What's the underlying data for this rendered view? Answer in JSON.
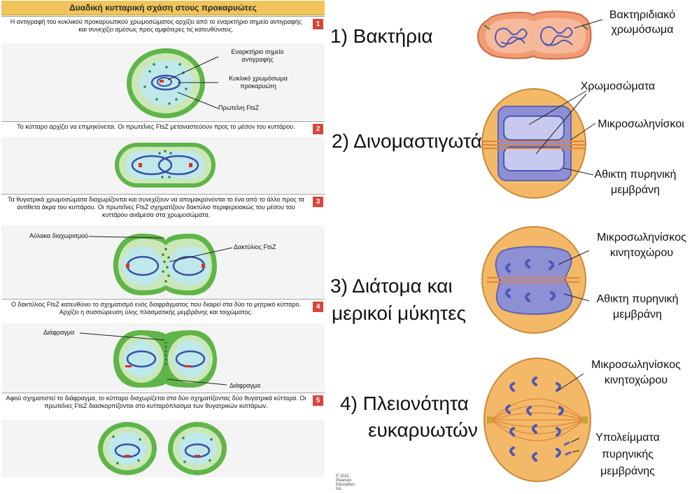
{
  "left": {
    "title": "Δυαδική κυτταρική σχάση στους προκαρυώτες",
    "steps": [
      {
        "num": "1",
        "text": "Η αντιγραφή του κυκλικού προκαρυωτικού χρωμοσώματος αρχίζει από το εναρκτήριο σημείο αντιγραφής και συνεχίζει αμέσως προς αμφότερες τις κατευθύνσεις."
      },
      {
        "num": "2",
        "text": "Το κύτταρο αρχίζει να επιμηκύνεται. Οι πρωτεΐνες FtsZ μεταναστεύουν προς το μέσον του κυττάρου."
      },
      {
        "num": "3",
        "text": "Τα θυγατρικά χρωμοσώματα διαχωρίζονται και συνεχίζουν να απομακρύνονται το ένα από το άλλο προς τα αντίθετα άκρα του κυττάρου. Οι πρωτεΐνες FtsZ σχηματίζουν δακτύλιο περιφερειακώς του μέσου του κυττάρου ανάμεσα στα χρωμοσώματα."
      },
      {
        "num": "4",
        "text": "Ο δακτύλιος FtsZ κατευθύνει το σχηματισμό ενός διαφράγματος που διαιρεί στα δύο το μητρικό κύτταρο. Αρχίζει η συσσώρευση ύλης πλασματικής μεμβράνης και τοιχώματος."
      },
      {
        "num": "5",
        "text": "Αφού σχηματιστεί το διάφραγμα, το κύτταρο διαχωρίζεται στα δύο σχηματίζοντας δύο θυγατρικά κύτταρα. Οι πρωτεΐνες FtsZ διασκορπίζονται στο κυτταρόπλασμα των θυγατρικών κυττάρων."
      }
    ],
    "labels": {
      "origin": "Εναρκτήριο σημείο αντιγραφής",
      "chromosome": "Κυκλικό χρωμόσωμα προκαρυώτη",
      "ftsz_protein": "Πρωτεΐνη FtsZ",
      "furrow": "Αύλακα διαχωρισμού",
      "ftsz_ring": "Δακτύλιος FtsZ",
      "septum_a": "Διάφραγμα",
      "septum_b": "Διάφραγμα"
    },
    "copyright": "© 2011 Pearson Education, Inc."
  },
  "right": {
    "groups": [
      "1) Βακτήρια",
      "2) Δινομαστιγωτά",
      "3) Διάτομα και",
      "μερικοί μύκητες",
      "4) Πλειονότητα",
      "ευκαρυωτών"
    ],
    "labels": {
      "bact_chrom_1": "Βακτηριδιακό",
      "bact_chrom_2": "χρωμόσωμα",
      "chromosomes": "Χρωμοσώματα",
      "microtubules": "Μικροσωληνίσκοι",
      "intact_env_1a": "Αθικτη πυρηνική",
      "intact_env_1b": "μεμβράνη",
      "kinet_mt_1a": "Μικροσωληνίσκος",
      "kinet_mt_1b": "κινητοχώρου",
      "intact_env_2a": "Αθικτη πυρηνική",
      "intact_env_2b": "μεμβράνη",
      "kinet_mt_2a": "Μικροσωληνίσκος",
      "kinet_mt_2b": "κινητοχώρου",
      "remnants_a": "Υπολείμματα",
      "remnants_b": "πυρηνικής",
      "remnants_c": "μεμβράνης"
    }
  },
  "colors": {
    "cell_wall_green": "#5fb548",
    "cytoplasm_green": "#cbe7b8",
    "inner_cyan": "#bfe8ea",
    "chromosome_blue": "#3b4fa8",
    "ftsz_green": "#2e8b3a",
    "origin_red": "#d8312a",
    "euk_cell_orange": "#f3b968",
    "nucleus_purple": "#8d90d4",
    "step_number_red": "#d9453a",
    "title_gold": "#f0c45a"
  }
}
